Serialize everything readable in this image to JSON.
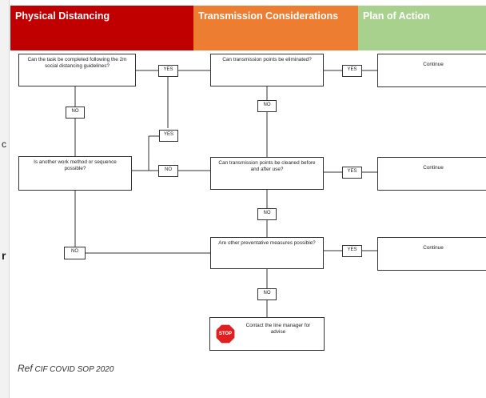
{
  "headers": {
    "physical_distancing": "Physical Distancing",
    "transmission": "Transmission Considerations",
    "plan": "Plan of Action"
  },
  "nodes": {
    "q_task": "Can the task be completed following the 2m social distancing guidelines?",
    "q_method": "Is another work method or sequence possible?",
    "q_eliminate": "Can transmission points be eliminated?",
    "q_clean": "Can transmission points be cleaned before and after use?",
    "q_preventative": "Are other preventative measures possible?",
    "contact": "Contact the line manager for advise",
    "continue_1": "Continue",
    "continue_2": "Continue",
    "continue_3": "Continue"
  },
  "labels": {
    "yes": "YES",
    "no": "NO",
    "stop": "STOP"
  },
  "reference": {
    "prefix": "Ref",
    "text": "CIF COVID SOP 2020"
  },
  "edge_fragments": {
    "left_top": "c",
    "left_bottom": "r"
  },
  "colors": {
    "physical_distancing": "#c00000",
    "transmission": "#ed7d31",
    "plan": "#a9d18e",
    "stop_sign": "#e02020"
  }
}
